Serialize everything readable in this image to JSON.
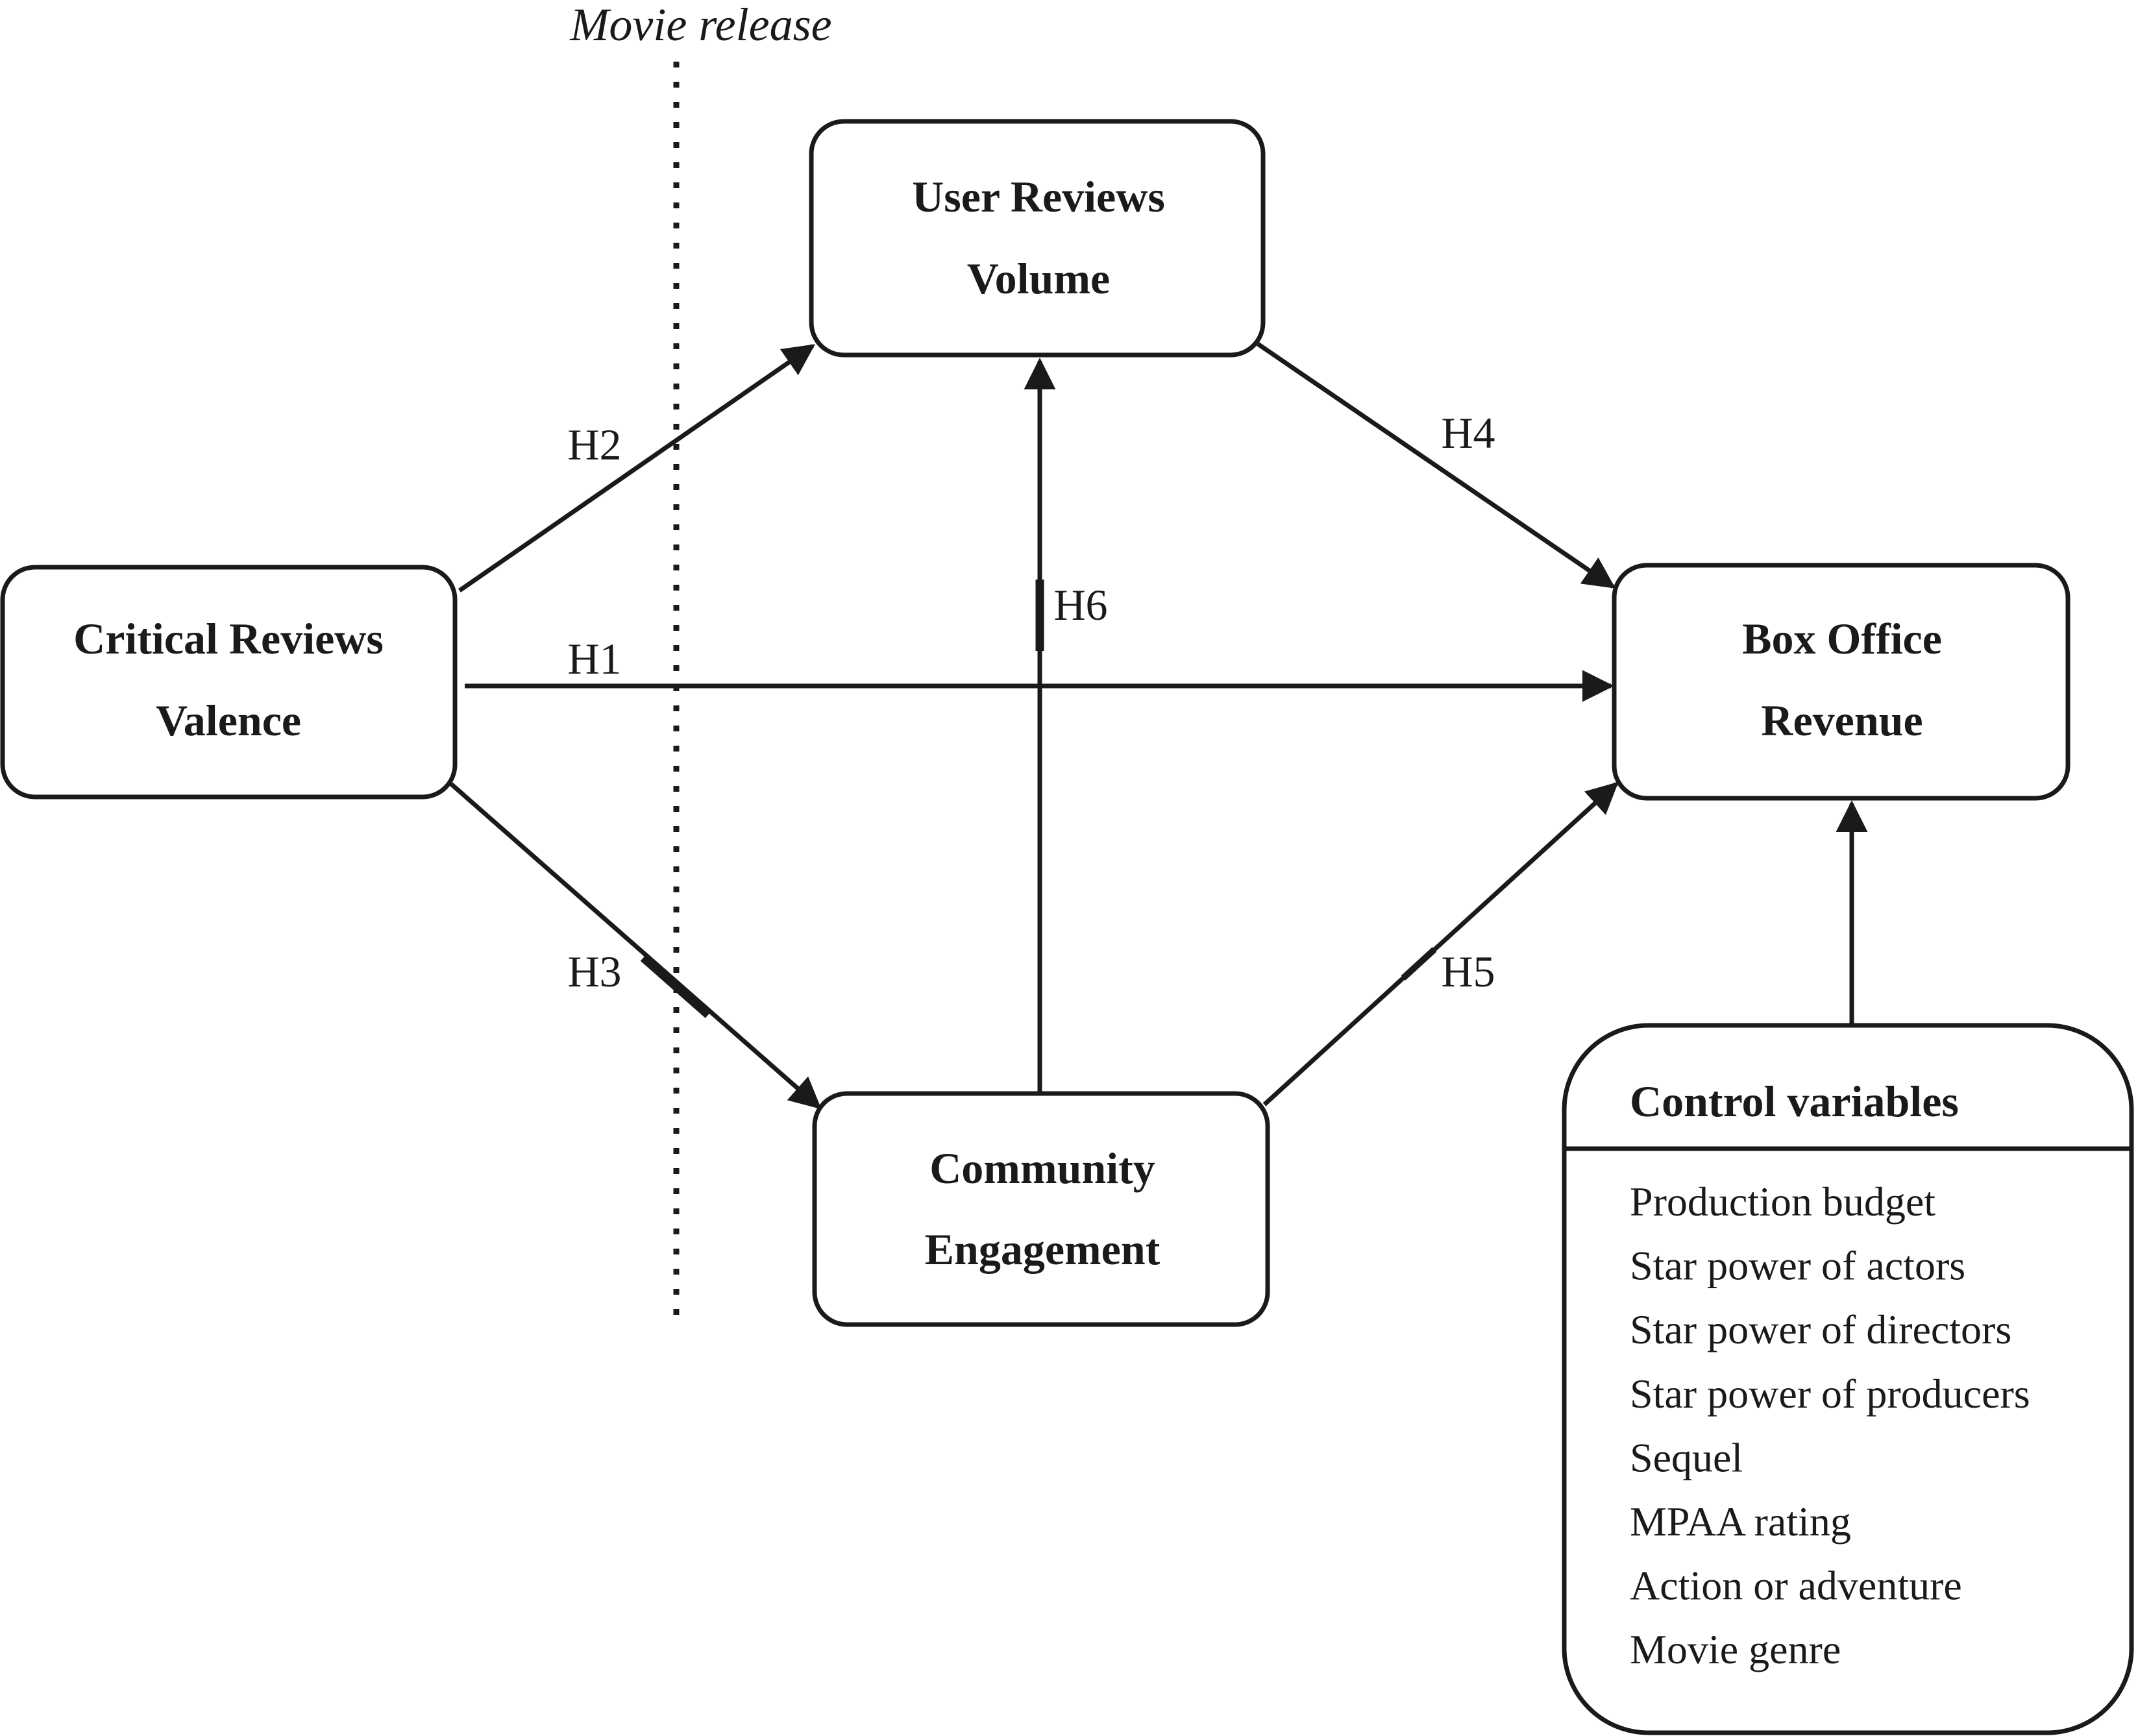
{
  "release_label": "Movie release",
  "nodes": {
    "critical_reviews": [
      "Critical Reviews",
      "Valence"
    ],
    "user_reviews": [
      "User Reviews",
      "Volume"
    ],
    "community": [
      "Community",
      "Engagement"
    ],
    "box_office": [
      "Box Office",
      "Revenue"
    ]
  },
  "hypotheses": {
    "h1": "H1",
    "h2": "H2",
    "h3": "H3",
    "h4": "H4",
    "h5": "H5",
    "h6": "H6"
  },
  "controls": {
    "title": "Control variables",
    "items": [
      "Production budget",
      "Star power of actors",
      "Star power of directors",
      "Star power of producers",
      "Sequel",
      "MPAA rating",
      "Action or adventure",
      "Movie genre"
    ]
  }
}
